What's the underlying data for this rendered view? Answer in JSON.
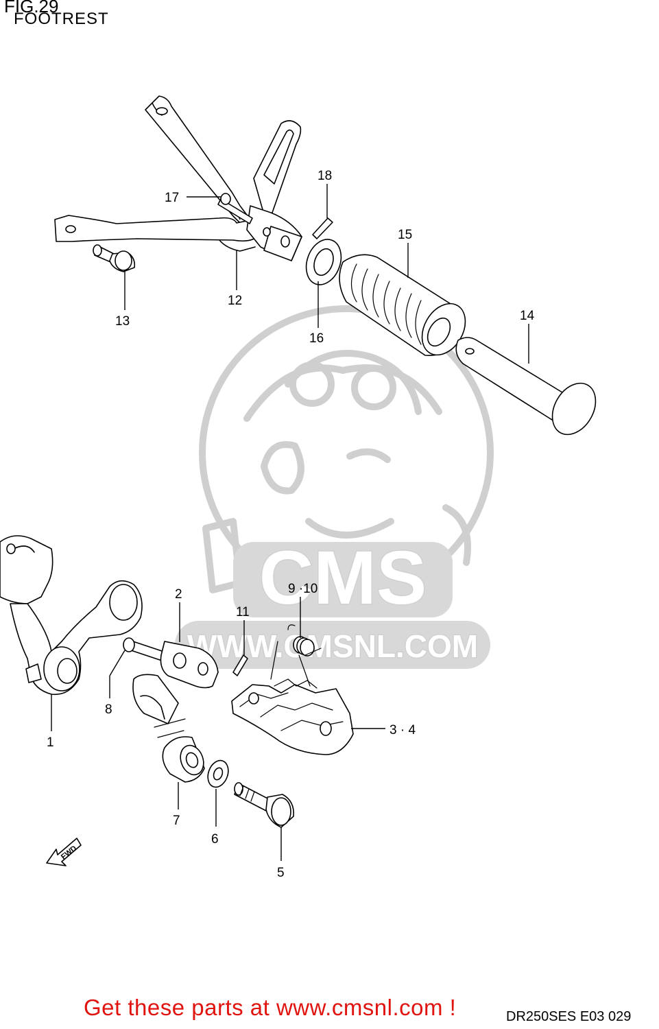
{
  "figure": {
    "number": "FIG.29",
    "title": "FOOTREST"
  },
  "callouts": {
    "c1": "1",
    "c2": "2",
    "c34": "3 · 4",
    "c5": "5",
    "c6": "6",
    "c7": "7",
    "c8": "8",
    "c910": "9 ·10",
    "c11": "11",
    "c12": "12",
    "c13": "13",
    "c14": "14",
    "c15": "15",
    "c16": "16",
    "c17": "17",
    "c18": "18"
  },
  "direction_arrow": {
    "label": "FWD"
  },
  "watermark": {
    "logo_text": "CMS",
    "url_text": "WWW.CMSNL.COM"
  },
  "footer": {
    "promo": "Get these parts at www.cmsnl.com !",
    "diagram_code": "DR250SES E03  029"
  },
  "colors": {
    "promo_text": "#e0130f",
    "line_art": "#000000",
    "watermark": "#d0d0d0"
  }
}
